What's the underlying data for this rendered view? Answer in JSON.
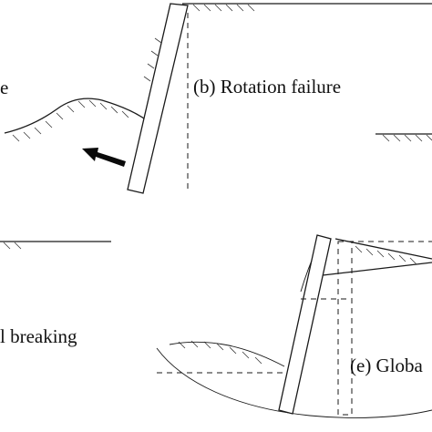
{
  "labels": {
    "panel_a_fragment": "e",
    "panel_b": "(b) Rotation failure",
    "panel_d_fragment": "l breaking",
    "panel_e_fragment": "(e) Globa"
  },
  "colors": {
    "line": "#1a1a1a",
    "background": "#ffffff"
  },
  "icons": {
    "arrow": "movement-arrow-icon"
  }
}
